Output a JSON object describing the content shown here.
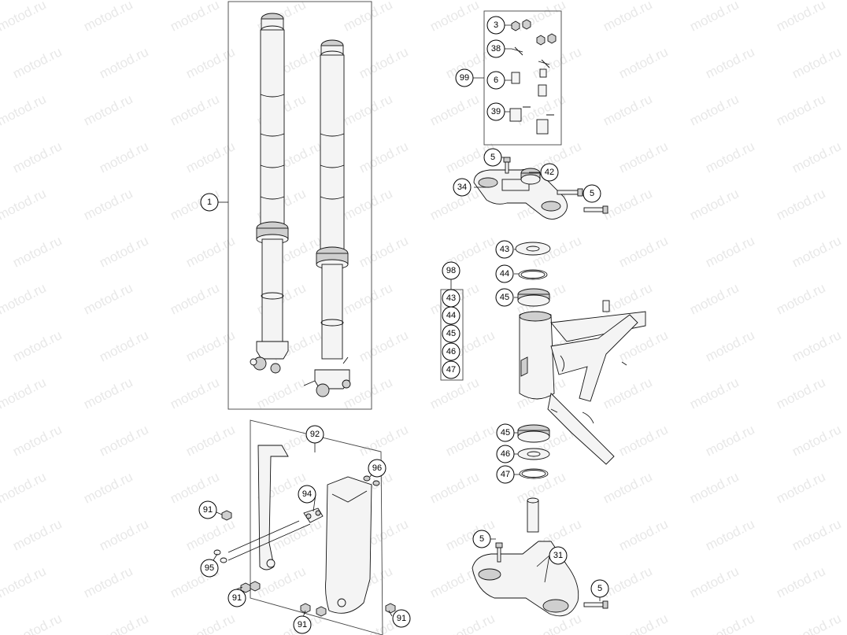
{
  "watermark": {
    "text": "motod.ru"
  },
  "callouts": {
    "c1": "1",
    "c3": "3",
    "c38": "38",
    "c99": "99",
    "c6": "6",
    "c39": "39",
    "c5a": "5",
    "c42": "42",
    "c34": "34",
    "c5b": "5",
    "c43a": "43",
    "c44a": "44",
    "c45a": "45",
    "c98": "98",
    "c43b": "43",
    "c44b": "44",
    "c45b": "45",
    "c46b": "46",
    "c47b": "47",
    "c45c": "45",
    "c46c": "46",
    "c47c": "47",
    "c5c": "5",
    "c31": "31",
    "c5d": "5",
    "c92": "92",
    "c96": "96",
    "c94": "94",
    "c91a": "91",
    "c95": "95",
    "c91b": "91",
    "c91c": "91",
    "c91d": "91"
  }
}
